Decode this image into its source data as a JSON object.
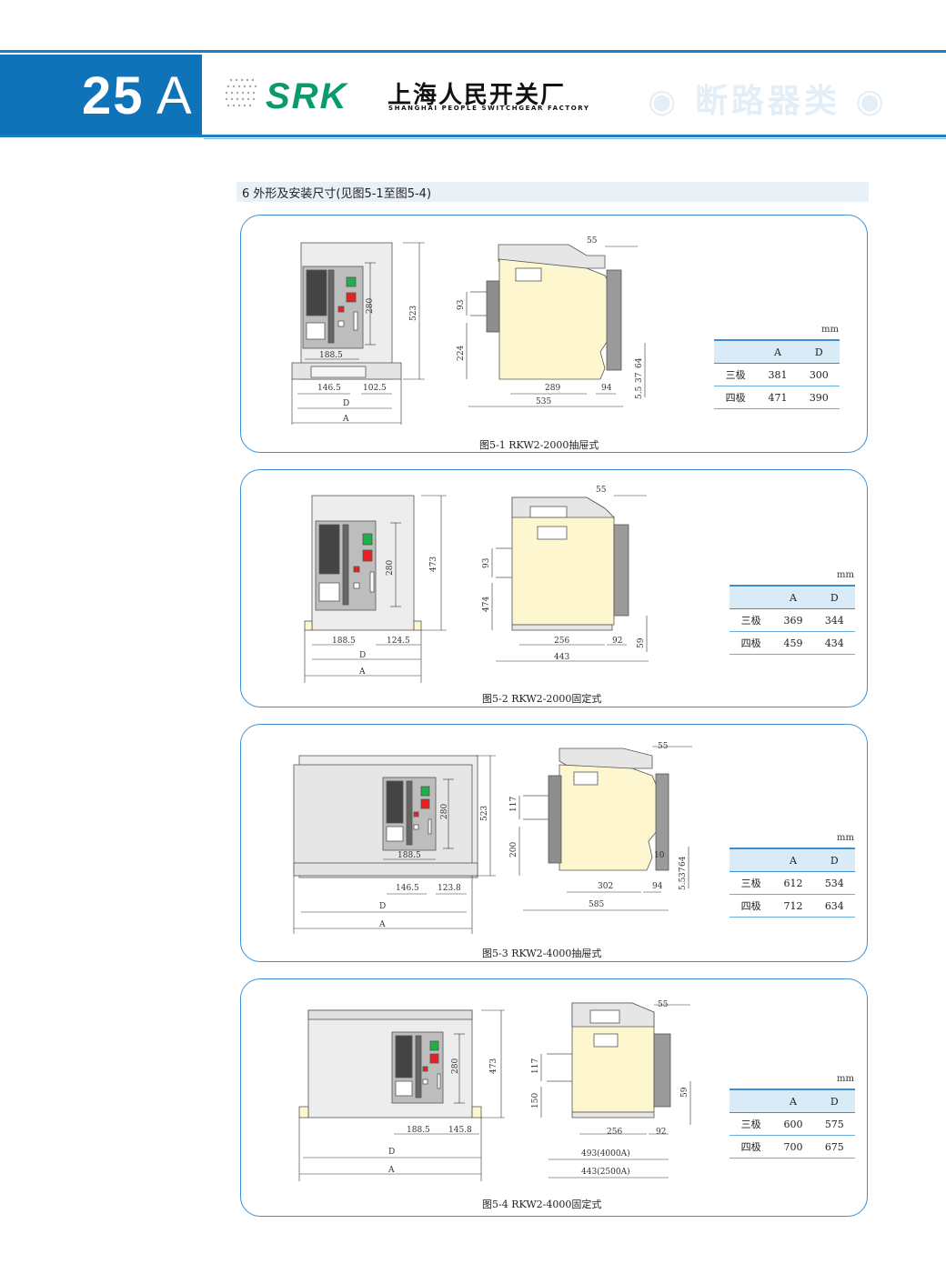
{
  "header": {
    "page_number": "25",
    "page_letter": "A",
    "logo": "SRK",
    "company_cn": "上海人民开关厂",
    "company_en": "SHANGHAI PEOPLE SWITCHGEAR FACTORY",
    "category": "◉ 断路器类 ◉"
  },
  "section": {
    "title": "6 外形及安装尺寸(见图5-1至图5-4)"
  },
  "figures": [
    {
      "caption": "图5-1   RKW2-2000抽屉式",
      "unit": "mm",
      "table": {
        "headers": [
          "",
          "A",
          "D"
        ],
        "rows": [
          [
            "三极",
            "381",
            "300"
          ],
          [
            "四极",
            "471",
            "390"
          ]
        ]
      },
      "dims": {
        "d1": "188.5",
        "d2": "146.5",
        "d3": "102.5",
        "d4": "280",
        "d5": "523",
        "d6": "D",
        "d7": "A",
        "s1": "55",
        "s2": "93",
        "s3": "224",
        "s4": "289",
        "s5": "94",
        "s6": "535",
        "s7": "64",
        "s8": "37",
        "s9": "5.5"
      }
    },
    {
      "caption": "图5-2   RKW2-2000固定式",
      "unit": "mm",
      "table": {
        "headers": [
          "",
          "A",
          "D"
        ],
        "rows": [
          [
            "三极",
            "369",
            "344"
          ],
          [
            "四极",
            "459",
            "434"
          ]
        ]
      },
      "dims": {
        "d1": "188.5",
        "d2": "124.5",
        "d4": "280",
        "d5": "473",
        "d6": "D",
        "d7": "A",
        "s1": "55",
        "s2": "93",
        "s3": "474",
        "s4": "256",
        "s5": "92",
        "s6": "443",
        "s9": "59"
      }
    },
    {
      "caption": "图5-3   RKW2-4000抽屉式",
      "unit": "mm",
      "table": {
        "headers": [
          "",
          "A",
          "D"
        ],
        "rows": [
          [
            "三极",
            "612",
            "534"
          ],
          [
            "四极",
            "712",
            "634"
          ]
        ]
      },
      "dims": {
        "d1": "188.5",
        "d2": "146.5",
        "d3": "123.8",
        "d4": "280",
        "d5": "523",
        "d6": "D",
        "d7": "A",
        "s1": "55",
        "s2": "117",
        "s3": "200",
        "s4": "302",
        "s5": "94",
        "s6": "585",
        "s7": "64",
        "s8": "37",
        "s9": "5.5",
        "s10": "10"
      }
    },
    {
      "caption": "图5-4   RKW2-4000固定式",
      "unit": "mm",
      "table": {
        "headers": [
          "",
          "A",
          "D"
        ],
        "rows": [
          [
            "三极",
            "600",
            "575"
          ],
          [
            "四极",
            "700",
            "675"
          ]
        ]
      },
      "dims": {
        "d1": "188.5",
        "d2": "145.8",
        "d4": "280",
        "d5": "473",
        "d6": "D",
        "d7": "A",
        "s1": "55",
        "s2": "117",
        "s3": "150",
        "s4": "256",
        "s5": "92",
        "s6": "493(4000A)",
        "s7": "443(2500A)",
        "s9": "59"
      }
    }
  ]
}
